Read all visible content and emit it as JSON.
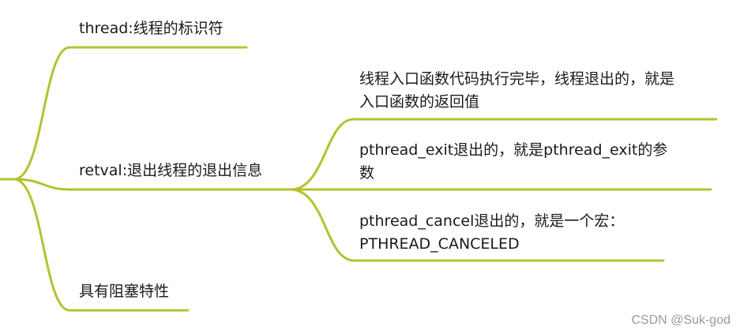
{
  "mindmap": {
    "line_color": "#b5c22e",
    "branches": [
      {
        "label": "thread:线程的标识符"
      },
      {
        "label": "retval:退出线程的退出信息",
        "children": [
          {
            "lines": [
              "线程入口函数代码执行完毕，线程退出的，就是",
              "入口函数的返回值"
            ]
          },
          {
            "lines": [
              "pthread_exit退出的，就是pthread_exit的参",
              "数"
            ]
          },
          {
            "lines": [
              "pthread_cancel退出的，就是一个宏：",
              "PTHREAD_CANCELED"
            ]
          }
        ]
      },
      {
        "label": "具有阻塞特性"
      }
    ]
  },
  "watermark": "CSDN @Suk-god"
}
